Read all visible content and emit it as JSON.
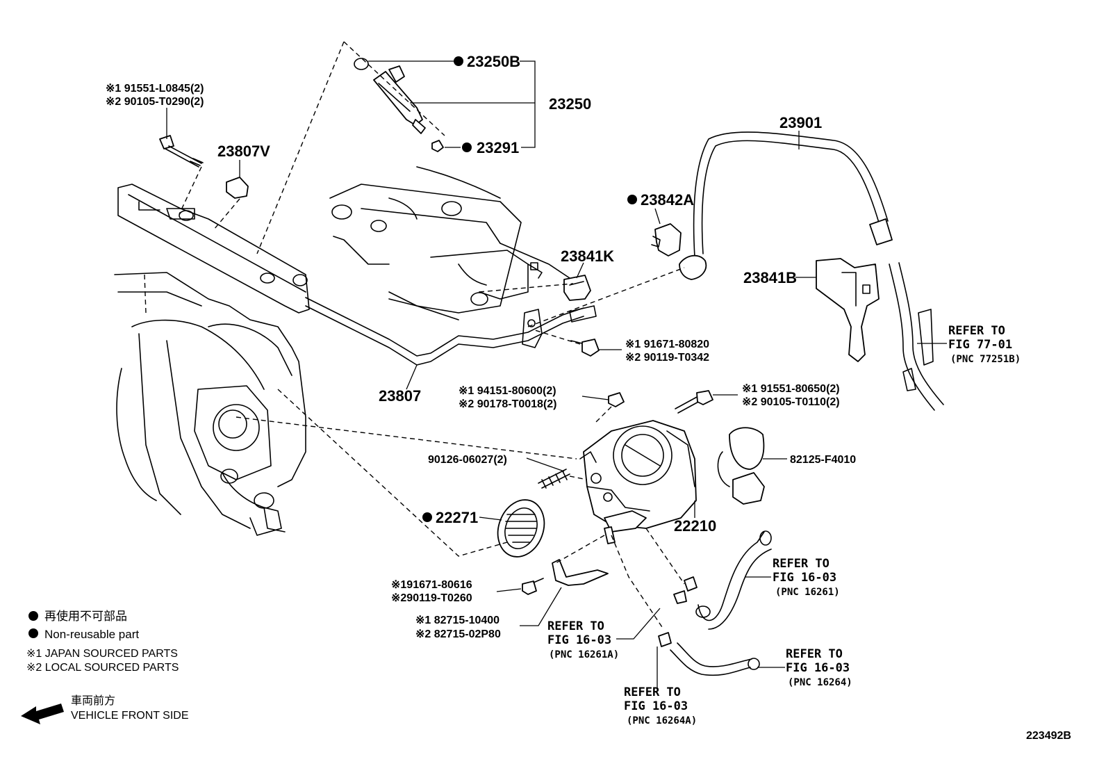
{
  "diagram": {
    "parts": {
      "p23250B": "23250B",
      "p23250": "23250",
      "p23291": "23291",
      "p23807V": "23807V",
      "p23901": "23901",
      "p23842A": "23842A",
      "p23841K": "23841K",
      "p23841B": "23841B",
      "p23807": "23807",
      "p22271": "22271",
      "p22210": "22210",
      "p82125": "82125-F4010",
      "p90126": "90126-06027(2)"
    },
    "bolt_top": {
      "l1": "※1 91551-L0845(2)",
      "l2": "※2 90105-T0290(2)"
    },
    "bolt_23807": {
      "l1": "※1 91671-80820",
      "l2": "※2 90119-T0342"
    },
    "nut_94151": {
      "l1": "※1 94151-80600(2)",
      "l2": "※2 90178-T0018(2)"
    },
    "bolt_91551": {
      "l1": "※1 91551-80650(2)",
      "l2": "※2 90105-T0110(2)"
    },
    "bolt_91671": {
      "l1": "※191671-80616",
      "l2": "※290119-T0260"
    },
    "bracket": {
      "l1": "※1 82715-10400",
      "l2": "※2 82715-02P80"
    },
    "refs": {
      "r77": {
        "l1": "REFER TO",
        "l2": "FIG 77-01",
        "l3": "(PNC 77251B)"
      },
      "r16261": {
        "l1": "REFER TO",
        "l2": "FIG 16-03",
        "l3": "(PNC 16261)"
      },
      "r16261A": {
        "l1": "REFER TO",
        "l2": "FIG 16-03",
        "l3": "(PNC 16261A)"
      },
      "r16264": {
        "l1": "REFER TO",
        "l2": "FIG 16-03",
        "l3": "(PNC 16264)"
      },
      "r16264A": {
        "l1": "REFER TO",
        "l2": "FIG 16-03",
        "l3": "(PNC 16264A)"
      }
    },
    "legend": {
      "nonreuse_jp": "再使用不可部品",
      "nonreuse_en": "Non-reusable part",
      "japan": "※1  JAPAN SOURCED PARTS",
      "local": "※2  LOCAL SOURCED PARTS",
      "front_jp": "車両前方",
      "front_en": "VEHICLE FRONT SIDE"
    },
    "figure_id": "223492B"
  }
}
